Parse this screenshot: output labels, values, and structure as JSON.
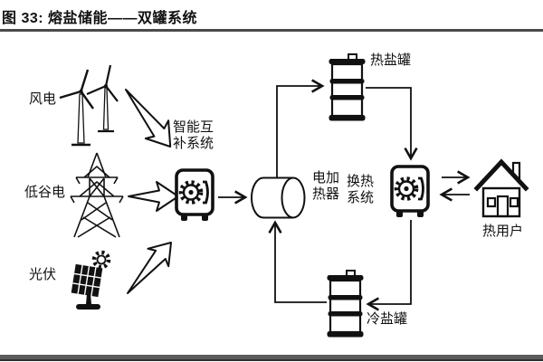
{
  "title": "图 33: 熔盐储能——双罐系统",
  "sources": {
    "wind": "风电",
    "off_peak": "低谷电",
    "pv": "光伏"
  },
  "nodes": {
    "smart_system": "智能互补系统",
    "heater": "电加热器",
    "hot_tank": "热盐罐",
    "hx_system": "换热系统",
    "heat_user": "热用户",
    "cold_tank": "冷盐罐"
  },
  "icons": {
    "wind": "wind-turbines-icon",
    "off_peak": "transmission-tower-icon",
    "pv": "solar-panel-icon",
    "smart_system": "safe-icon",
    "heater": "cylinder-icon",
    "tanks": "barrel-icon",
    "heat_user": "house-icon"
  },
  "colors": {
    "ink": "#111111",
    "rule_top": "#4a4a4a",
    "rule_bottom": "#5c5c5c"
  }
}
